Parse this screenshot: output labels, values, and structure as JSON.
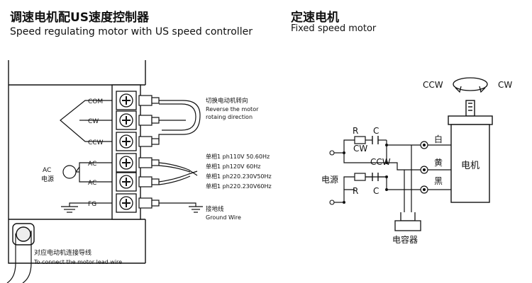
{
  "titles": {
    "left_cn": "调速电机配US速度控制器",
    "left_en": "Speed regulating motor with US speed controller",
    "right_cn": "定速电机",
    "right_en": "Fixed speed motor"
  },
  "terminals": [
    "COM",
    "CW",
    "CCW",
    "AC",
    "AC",
    "FG"
  ],
  "left_labels": {
    "ac": "AC",
    "power": "电源",
    "reverse_cn": "切换电动机转向",
    "reverse_en1": "Reverse the motor",
    "reverse_en2": "rotaing direction",
    "v1": "单相1 ph110V 50.60Hz",
    "v2": "单相1 ph120V 60Hz",
    "v3": "单相1 ph220.230V50Hz",
    "v4": "单相1 ph220.230V60Hz",
    "ground_cn": "接地线",
    "ground_en": "Ground Wire",
    "lead_cn": "对应电动机连接导线",
    "lead_en": "To connect the motor lead wire"
  },
  "right_labels": {
    "ccw_top": "CCW",
    "cw_top": "CW",
    "r1": "R",
    "c1": "C",
    "cw": "CW",
    "ccw": "CCW",
    "r2": "R",
    "c2": "C",
    "power": "电源",
    "white": "白",
    "yellow": "黄",
    "black": "黑",
    "motor": "电机",
    "capacitor": "电容器"
  },
  "colors": {
    "line": "#111111"
  },
  "icons": [
    "terminal-screw-icon",
    "ac-source-icon",
    "ground-icon",
    "rotation-arrow-icon"
  ]
}
